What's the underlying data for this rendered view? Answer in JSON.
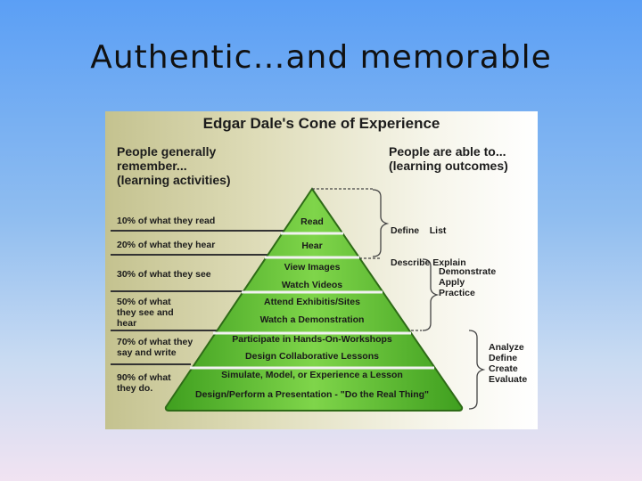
{
  "slide": {
    "title": "Authentic…and memorable"
  },
  "figure": {
    "title": "Edgar Dale's Cone of Experience",
    "left_header": [
      "People generally",
      "remember...",
      "(learning activities)"
    ],
    "right_header": [
      "People are able to...",
      "(learning outcomes)"
    ],
    "remember_levels": [
      {
        "lines": [
          "10% of what they read"
        ]
      },
      {
        "lines": [
          "20% of what they hear"
        ]
      },
      {
        "lines": [
          "30% of what they see"
        ]
      },
      {
        "lines": [
          "50% of what",
          "they see and",
          "hear"
        ]
      },
      {
        "lines": [
          "70% of what they",
          "say and write"
        ]
      },
      {
        "lines": [
          "90% of what",
          "they do."
        ]
      }
    ],
    "pyramid_levels": [
      "Read",
      "Hear",
      "View Images",
      "Watch Videos",
      "Attend Exhibitis/Sites",
      "Watch a Demonstration",
      "Participate in Hands-On-Workshops",
      "Design Collaborative Lessons",
      "Simulate, Model, or Experience a Lesson",
      "Design/Perform a Presentation - \"Do the Real Thing\""
    ],
    "outcome_groups": [
      {
        "lines": [
          "Define    List",
          "Describe Explain"
        ]
      },
      {
        "lines": [
          "Demonstrate",
          "Apply",
          "Practice"
        ]
      },
      {
        "lines": [
          "Analyze",
          "Define",
          "Create",
          "Evaluate"
        ]
      }
    ],
    "colors": {
      "pyramid_fill": "#4fb82b",
      "pyramid_highlight": "#9be068",
      "pyramid_outline": "#2e6b17",
      "divider": "#f2f2f2"
    }
  }
}
